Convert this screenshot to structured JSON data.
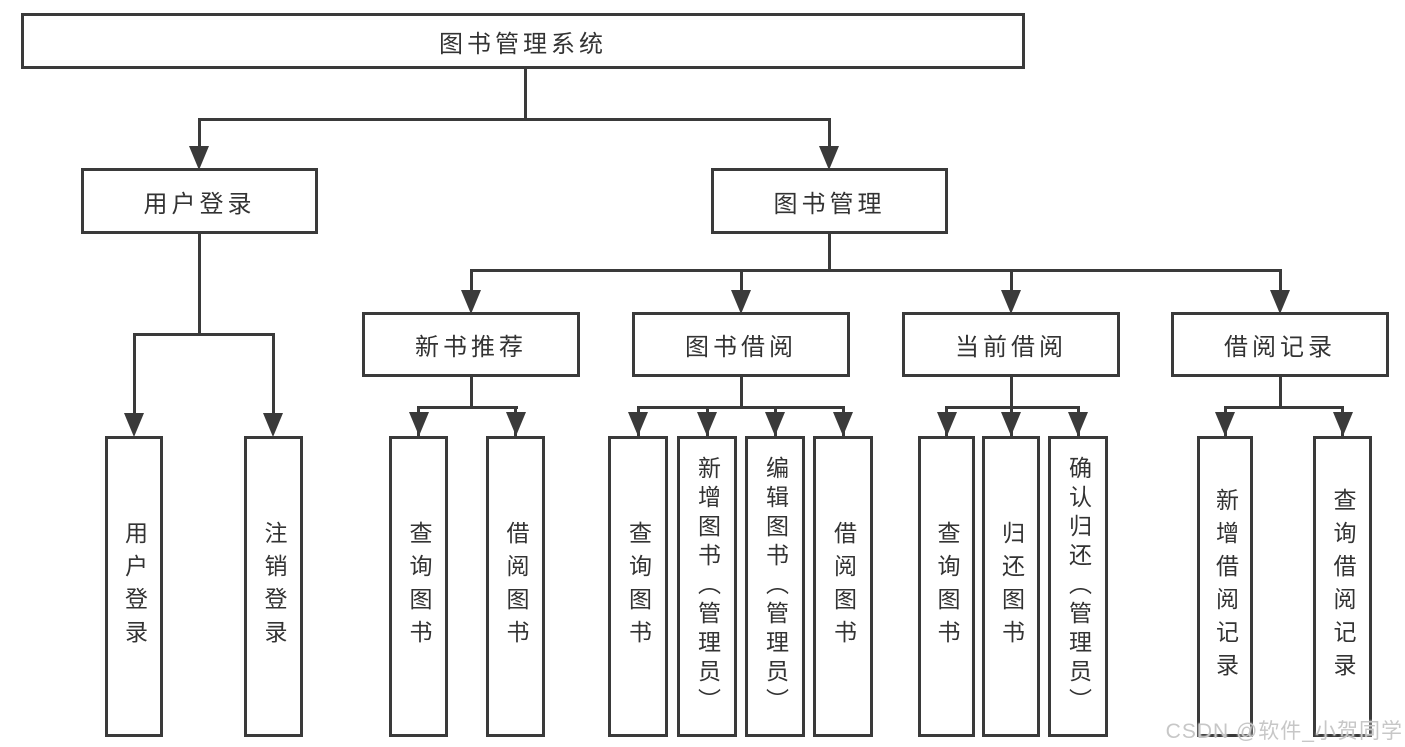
{
  "diagram": {
    "title_node": {
      "label": "图书管理系统"
    },
    "level2": [
      {
        "label": "用户登录"
      },
      {
        "label": "图书管理"
      }
    ],
    "level3": [
      {
        "label": "新书推荐"
      },
      {
        "label": "图书借阅"
      },
      {
        "label": "当前借阅"
      },
      {
        "label": "借阅记录"
      }
    ],
    "leaves": {
      "user_login": [
        {
          "label": "用户登录"
        },
        {
          "label": "注销登录"
        }
      ],
      "new_book_recommend": [
        {
          "label": "查询图书"
        },
        {
          "label": "借阅图书"
        }
      ],
      "book_borrow": [
        {
          "label": "查询图书"
        },
        {
          "label": "新增图书（管理员）"
        },
        {
          "label": "编辑图书（管理员）"
        },
        {
          "label": "借阅图书"
        }
      ],
      "current_borrow": [
        {
          "label": "查询图书"
        },
        {
          "label": "归还图书"
        },
        {
          "label": "确认归还（管理员）"
        }
      ],
      "borrow_record": [
        {
          "label": "新增借阅记录"
        },
        {
          "label": "查询借阅记录"
        }
      ]
    },
    "watermark": "CSDN @软件_小贺同学",
    "colors": {
      "line": "#3a3a3a",
      "text": "#333333",
      "watermark": "#c7c7c7",
      "background": "#ffffff"
    }
  }
}
